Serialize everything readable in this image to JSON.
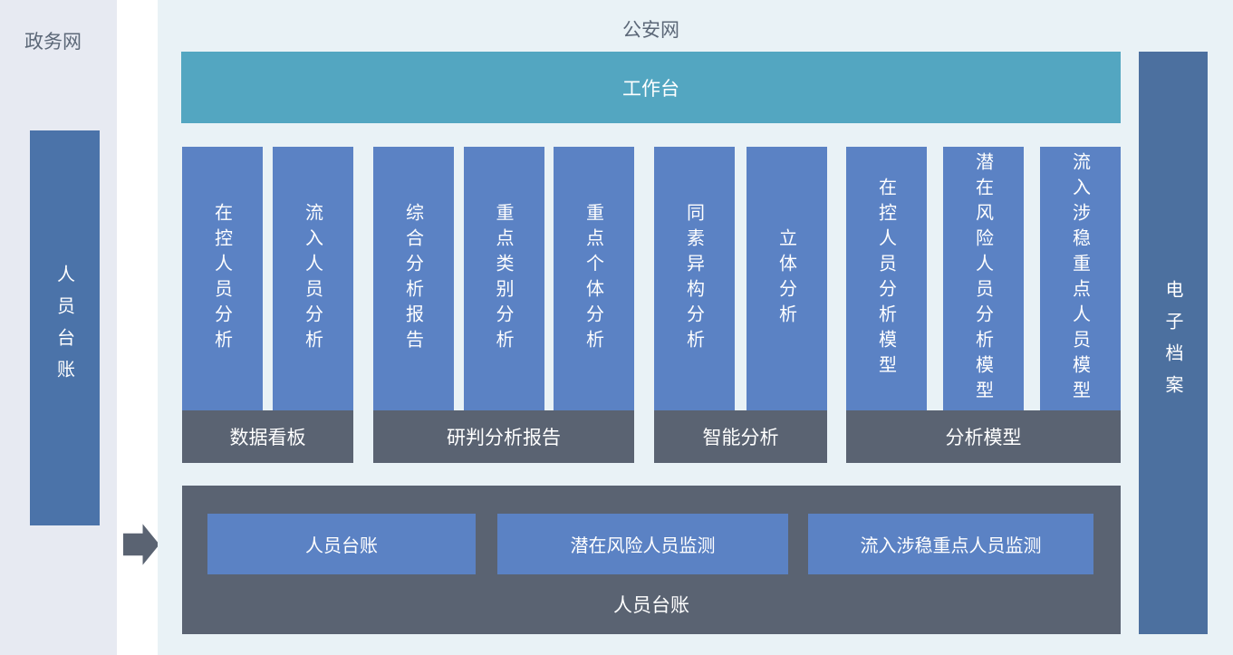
{
  "colors": {
    "page_bg": "#ffffff",
    "left_panel_bg": "#e7eaf2",
    "main_panel_bg": "#e9f2f6",
    "bar_blue": "#5b82c4",
    "side_bar_left_blue": "#4b73a9",
    "side_bar_right_blue": "#4c709f",
    "teal": "#53a6c1",
    "dark_gray": "#5a6372",
    "title_text": "#5c6878"
  },
  "left_panel": {
    "title": "政务网",
    "bar_label": "人员台账"
  },
  "main_panel": {
    "title": "公安网",
    "workbench_label": "工作台",
    "groups": [
      {
        "label": "数据看板",
        "items": [
          "在控人员分析",
          "流入人员分析"
        ]
      },
      {
        "label": "研判分析报告",
        "items": [
          "综合分析报告",
          "重点类别分析",
          "重点个体分析"
        ]
      },
      {
        "label": "智能分析",
        "items": [
          "同素异构分析",
          "立体分析"
        ]
      },
      {
        "label": "分析模型",
        "items": [
          "在控人员分析模型",
          "潜在风险人员分析模型",
          "流入涉稳重点人员模型"
        ]
      }
    ],
    "bottom_panel": {
      "label": "人员台账",
      "buttons": [
        "人员台账",
        "潜在风险人员监测",
        "流入涉稳重点人员监测"
      ]
    },
    "right_bar_label": "电子档案"
  }
}
